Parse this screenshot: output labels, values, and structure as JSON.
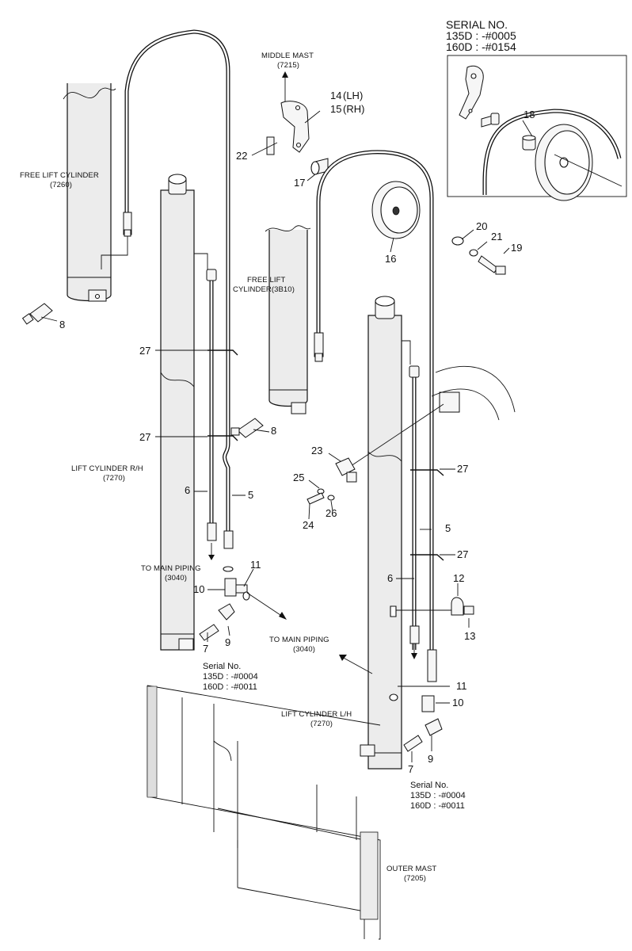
{
  "inset": {
    "serial_header": "SERIAL NO.",
    "serial_135": "135D : -#0005",
    "serial_160": "160D : -#0154"
  },
  "captions": {
    "middle_mast_line1": "MIDDLE MAST",
    "middle_mast_line2": "(7215)",
    "free_lift_left_line1": "FREE LIFT CYLINDER",
    "free_lift_left_line2": "(7260)",
    "free_lift_center_line1": "FREE LIFT",
    "free_lift_center_line2": "CYLINDER(3B10)",
    "lift_rh_line1": "LIFT CYLINDER R/H",
    "lift_rh_line2": "(7270)",
    "main_piping_left_line1": "TO MAIN PIPING",
    "main_piping_left_line2": "(3040)",
    "main_piping_center_line1": "TO MAIN PIPING",
    "main_piping_center_line2": "(3040)",
    "lift_lh_line1": "LIFT CYLINDER L/H",
    "lift_lh_line2": "(7270)",
    "outer_mast_line1": "OUTER MAST",
    "outer_mast_line2": "(7205)"
  },
  "serial_notes": {
    "left": {
      "header": "Serial No.",
      "line1": "135D : -#0004",
      "line2": "160D : -#0011"
    },
    "right": {
      "header": "Serial No.",
      "line1": "135D : -#0004",
      "line2": "160D : -#0011"
    }
  },
  "callouts": {
    "p14": "14",
    "lh": "(LH)",
    "p15": "15",
    "rh": "(RH)",
    "p22": "22",
    "p17": "17",
    "p16": "16",
    "p18": "18",
    "p20": "20",
    "p21": "21",
    "p19": "19",
    "p8a": "8",
    "p8b": "8",
    "p27a": "27",
    "p27b": "27",
    "p27c": "27",
    "p27d": "27",
    "p6a": "6",
    "p5a": "5",
    "p6b": "6",
    "p5b": "5",
    "p23": "23",
    "p25": "25",
    "p26": "26",
    "p24": "24",
    "p11a": "11",
    "p10a": "10",
    "p7a": "7",
    "p9a": "9",
    "p12": "12",
    "p13": "13",
    "p11b": "11",
    "p10b": "10",
    "p7b": "7",
    "p9b": "9"
  }
}
